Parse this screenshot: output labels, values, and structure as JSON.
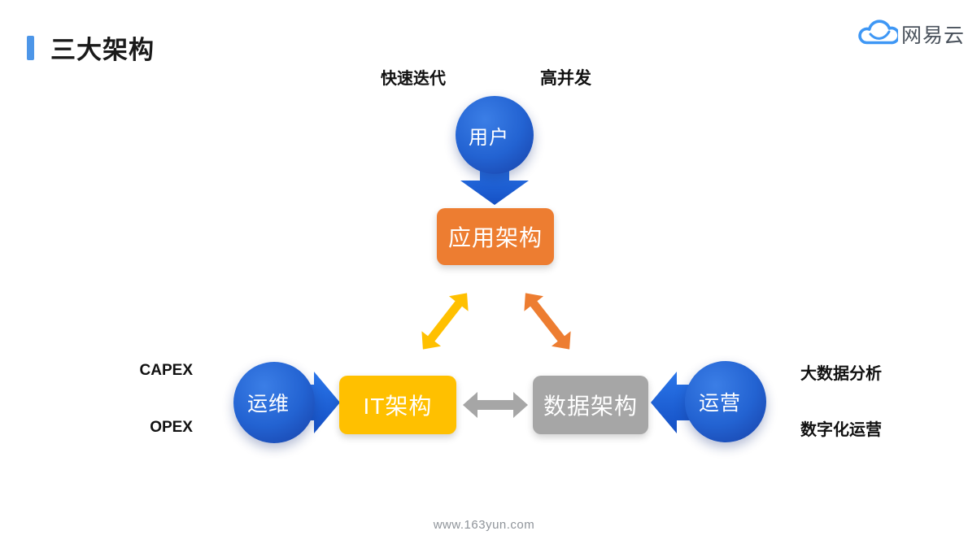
{
  "header": {
    "title": "三大架构",
    "logo": {
      "text": "网易云",
      "icon": "cloud-icon"
    }
  },
  "diagram": {
    "top": {
      "label_left": "快速迭代",
      "label_right": "高并发",
      "user_circle": "用户",
      "app_box": "应用架构"
    },
    "bottom": {
      "left_labels": [
        "CAPEX",
        "OPEX"
      ],
      "ops_circle": "运维",
      "it_box": "IT架构",
      "data_box": "数据架构",
      "biz_circle": "运营",
      "right_labels": [
        "大数据分析",
        "数字化运营"
      ]
    }
  },
  "colors": {
    "accent_blue": "#4D96E8",
    "circle_blue_light": "#3B7EE6",
    "circle_blue_dark": "#173FA6",
    "arrow_blue": "#1B64DE",
    "orange": "#ED7D31",
    "yellow": "#FFC000",
    "gray": "#A6A6A6",
    "logo_blue": "#3E97F5"
  },
  "footer": {
    "url": "www.163yun.com"
  }
}
